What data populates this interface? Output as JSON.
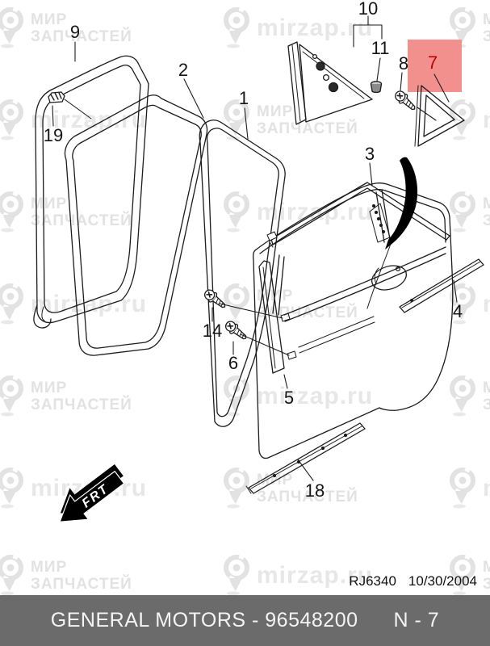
{
  "watermark": {
    "brand_line1": "МИР",
    "brand_line2": "ЗАПЧАСТЕЙ",
    "site": "mirzap.ru"
  },
  "diagram": {
    "frt_label": "FRT",
    "highlighted_part": "7",
    "highlight_color": "#f2908e",
    "part_label_color": "#151515",
    "highlight_label_color": "#c00000",
    "parts": {
      "p1": {
        "label": "1"
      },
      "p2": {
        "label": "2"
      },
      "p3": {
        "label": "3"
      },
      "p4": {
        "label": "4"
      },
      "p5": {
        "label": "5"
      },
      "p6": {
        "label": "6"
      },
      "p7": {
        "label": "7"
      },
      "p8": {
        "label": "8"
      },
      "p9": {
        "label": "9"
      },
      "p10": {
        "label": "10"
      },
      "p11": {
        "label": "11"
      },
      "p14": {
        "label": "14"
      },
      "p18": {
        "label": "18"
      },
      "p19": {
        "label": "19"
      }
    }
  },
  "footer": {
    "doc_ref": "RJ6340",
    "date": "10/30/2004",
    "brand_line": "GENERAL MOTORS - 96548200",
    "page_ref": "N - 7",
    "bar_color": "#6b6b6b"
  }
}
